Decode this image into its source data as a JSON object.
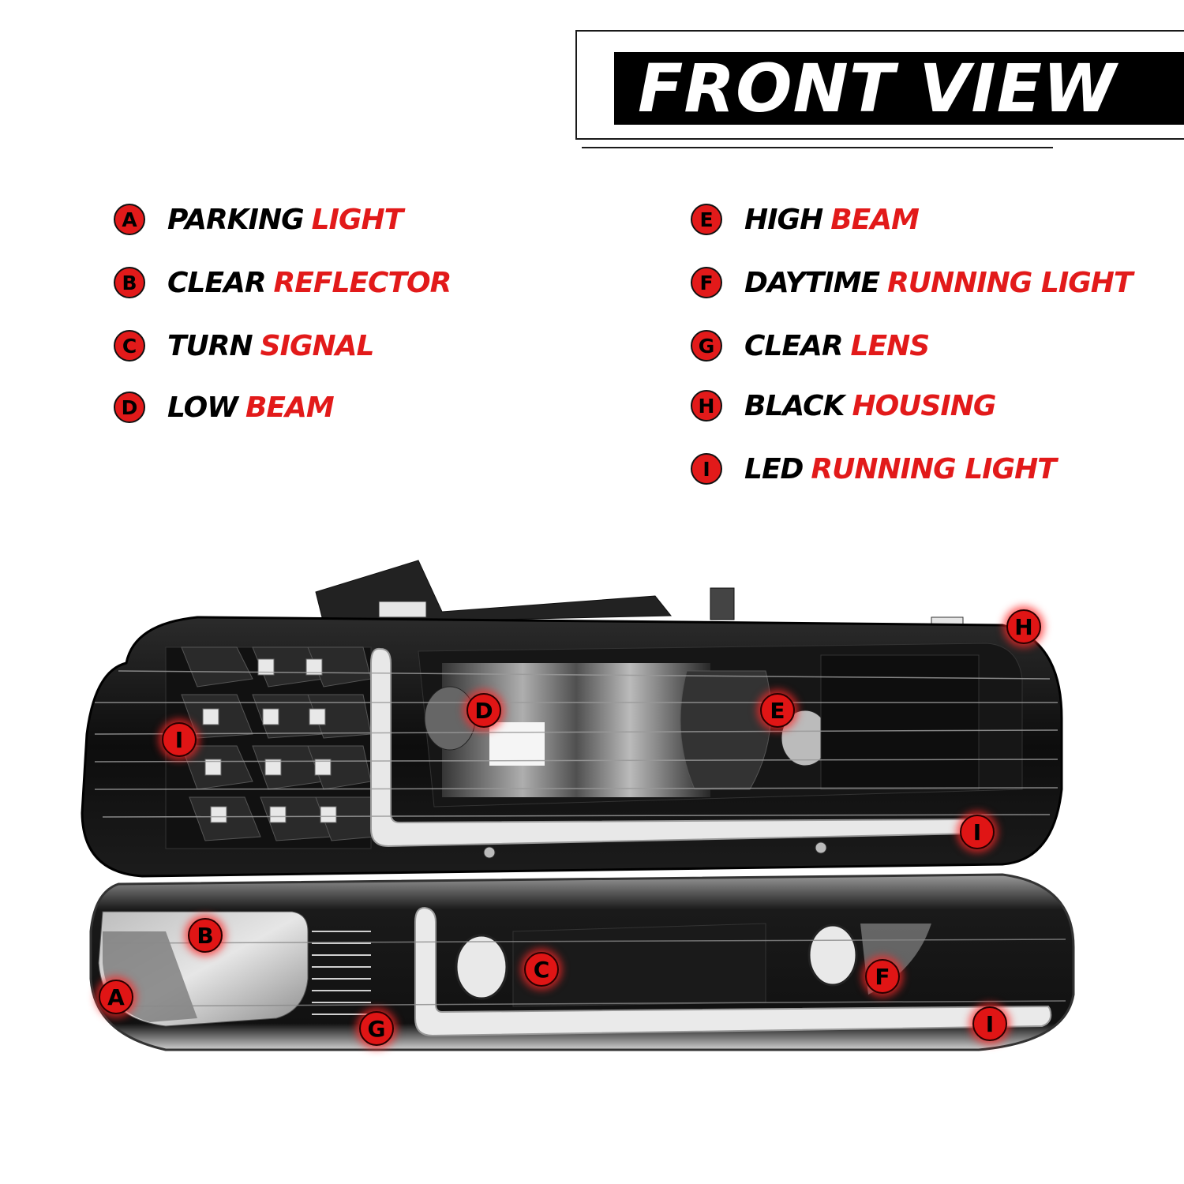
{
  "title": "FRONT VIEW",
  "legend": [
    {
      "letter": "A",
      "word1": "PARKING",
      "word2": "LIGHT"
    },
    {
      "letter": "B",
      "word1": "CLEAR",
      "word2": "REFLECTOR"
    },
    {
      "letter": "C",
      "word1": "TURN",
      "word2": "SIGNAL"
    },
    {
      "letter": "D",
      "word1": "LOW",
      "word2": "BEAM"
    },
    {
      "letter": "E",
      "word1": "HIGH",
      "word2": "BEAM"
    },
    {
      "letter": "F",
      "word1": "DAYTIME",
      "word2": "RUNNING LIGHT"
    },
    {
      "letter": "G",
      "word1": "CLEAR",
      "word2": "LENS"
    },
    {
      "letter": "H",
      "word1": "BLACK",
      "word2": "HOUSING"
    },
    {
      "letter": "I",
      "word1": "LED",
      "word2": "RUNNING LIGHT"
    }
  ],
  "callouts": [
    "H",
    "I",
    "D",
    "E",
    "I",
    "B",
    "A",
    "C",
    "F",
    "G",
    "I"
  ],
  "colors": {
    "accent": "#e21a1a",
    "text": "#000000",
    "title_bg": "#000000"
  }
}
